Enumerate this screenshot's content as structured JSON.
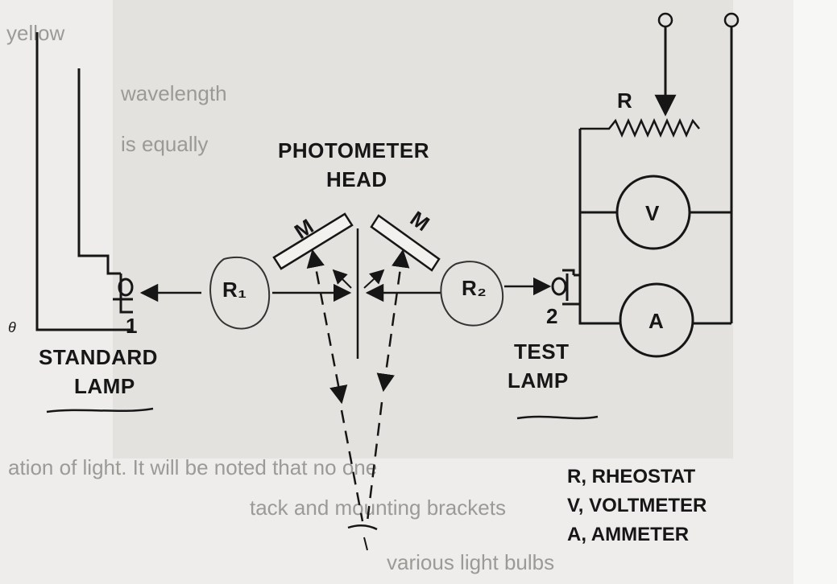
{
  "diagram": {
    "photometer_head": {
      "line1": "PHOTOMETER",
      "line2": "HEAD"
    },
    "mirror_label": "M",
    "standard_lamp": {
      "number": "1",
      "line1": "STANDARD",
      "line2": "LAMP"
    },
    "test_lamp": {
      "number": "2",
      "line1": "TEST",
      "line2": "LAMP"
    },
    "r1_label": "R₁",
    "r2_label": "R₂",
    "rheostat_symbol": "R",
    "voltmeter_symbol": "V",
    "ammeter_symbol": "A",
    "legend": [
      "R,  RHEOSTAT",
      "V,  VOLTMETER",
      "A,  AMMETER"
    ],
    "margin_mark": "θ"
  },
  "bleed": {
    "line1": "yellow",
    "line2": "wavelength",
    "line3": "is equally",
    "line4": "ation of light. It will be noted that no one",
    "line5": "tack and mounting brackets",
    "line6": "various light bulbs"
  }
}
